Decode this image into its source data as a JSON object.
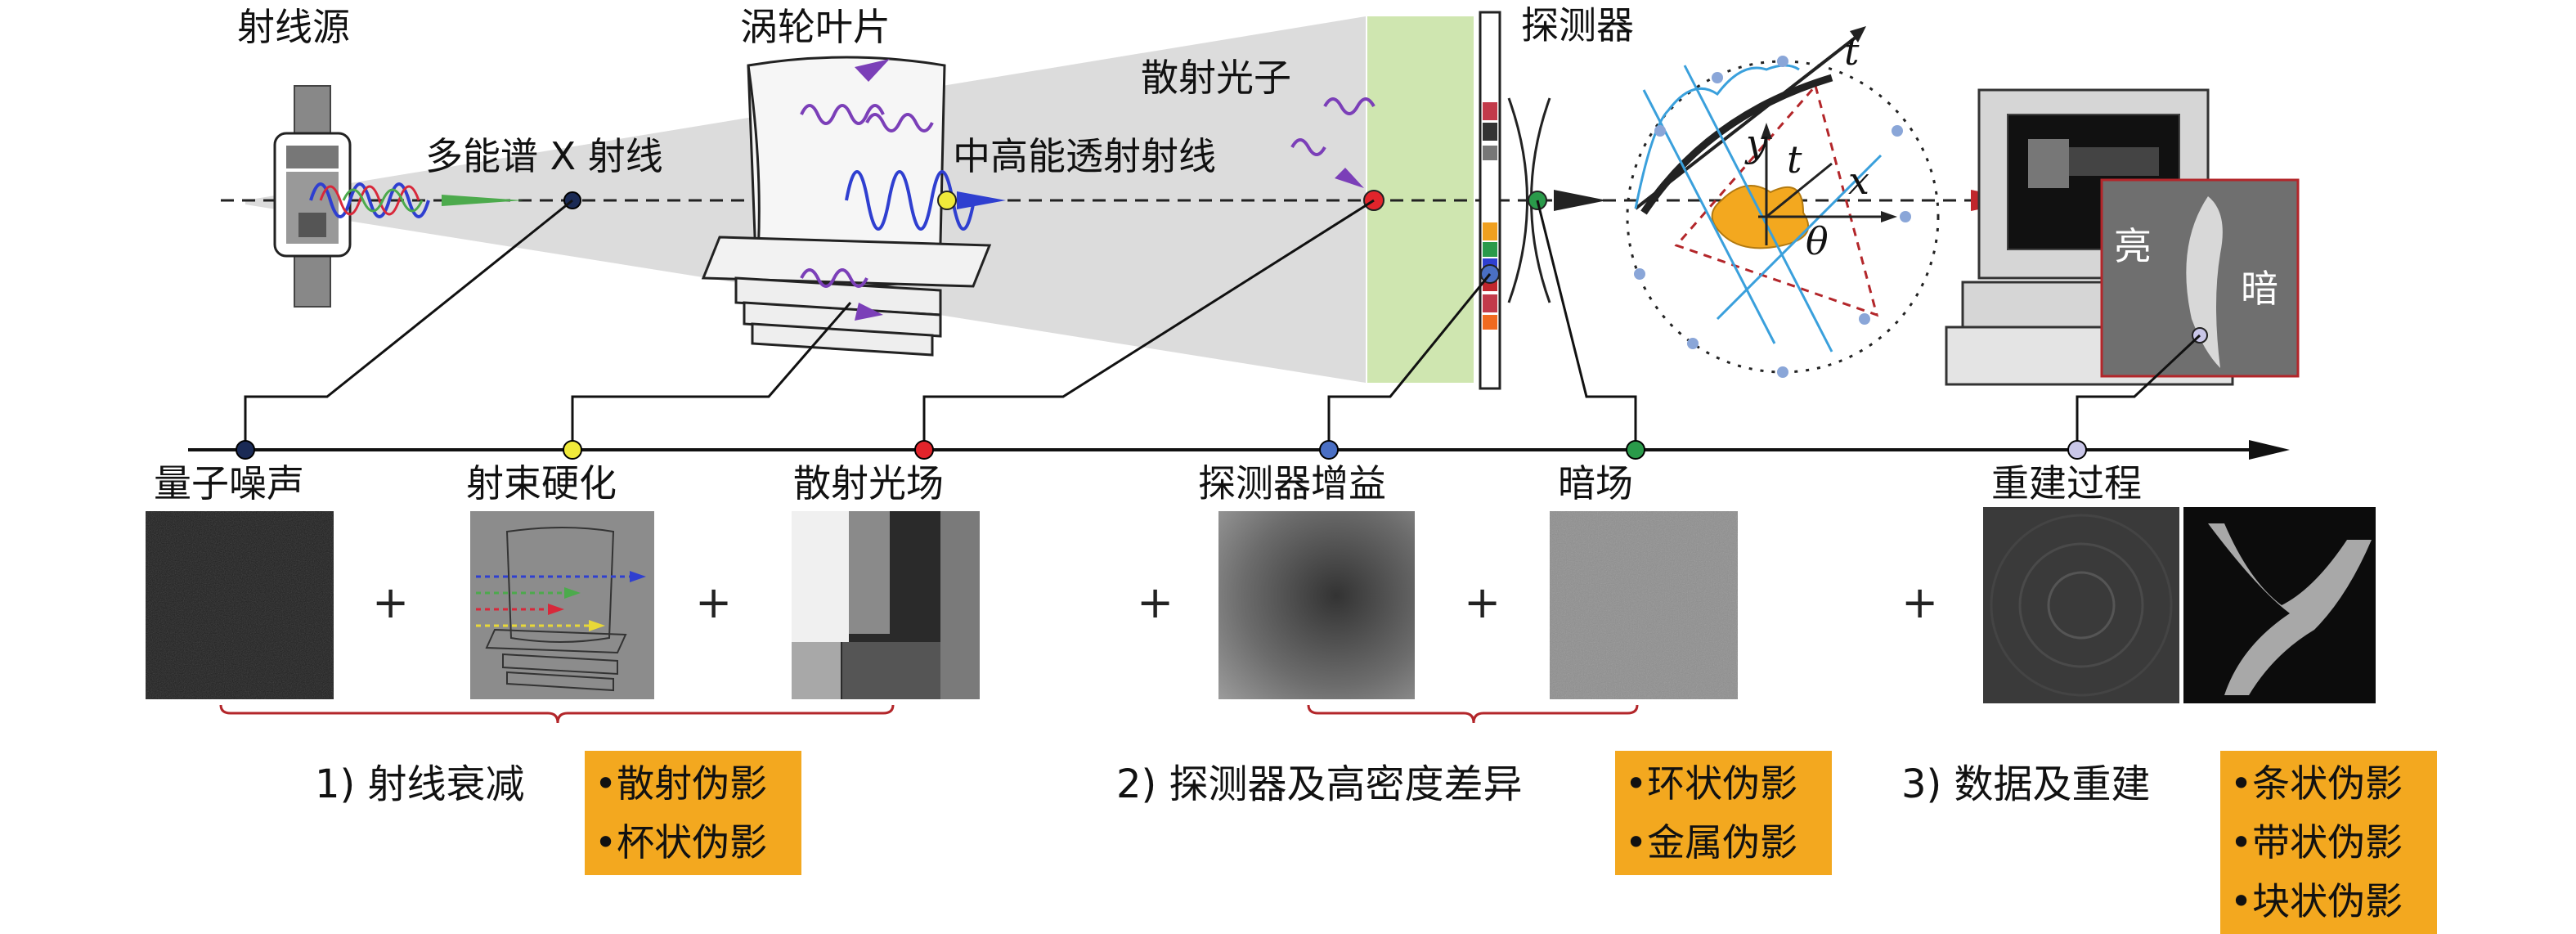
{
  "top_labels": {
    "source": "射线源",
    "blade": "涡轮叶片",
    "scatter_photon": "散射光子",
    "detector": "探测器",
    "polychromatic": "多能谱 X 射线",
    "transmitted": "中高能透射射线",
    "t_top": "t",
    "y_axis": "y",
    "t_mid": "t",
    "x_axis": "x",
    "theta": "θ",
    "bright": "亮",
    "dark": "暗"
  },
  "timeline": {
    "nodes": [
      {
        "label": "量子噪声",
        "color": "#1a2a55"
      },
      {
        "label": "射束硬化",
        "color": "#f0ea3a"
      },
      {
        "label": "散射光场",
        "color": "#e2242b"
      },
      {
        "label": "探测器增益",
        "color": "#4a6fc4"
      },
      {
        "label": "暗场",
        "color": "#2a9a4a"
      },
      {
        "label": "重建过程",
        "color": "#c9c6e8"
      }
    ]
  },
  "plus_sign": "+",
  "categories": [
    {
      "label": "1) 射线衰减",
      "items": [
        "•散射伪影",
        "•杯状伪影"
      ]
    },
    {
      "label": "2) 探测器及高密度差异",
      "items": [
        "•环状伪影",
        "•金属伪影"
      ]
    },
    {
      "label": "3) 数据及重建",
      "items": [
        "•条状伪影",
        "•带状伪影",
        "•块状伪影"
      ]
    }
  ],
  "colors": {
    "tag_bg": "#f3a81f",
    "brace": "#b3262a",
    "beam_cone": "#dcdcdc",
    "scatter_field": "#cfe6b0",
    "wave_blue": "#2f3fd0",
    "wave_purple": "#7b3fb8",
    "scan_blue": "#3aa0dc",
    "dash_red": "#b3262a"
  }
}
